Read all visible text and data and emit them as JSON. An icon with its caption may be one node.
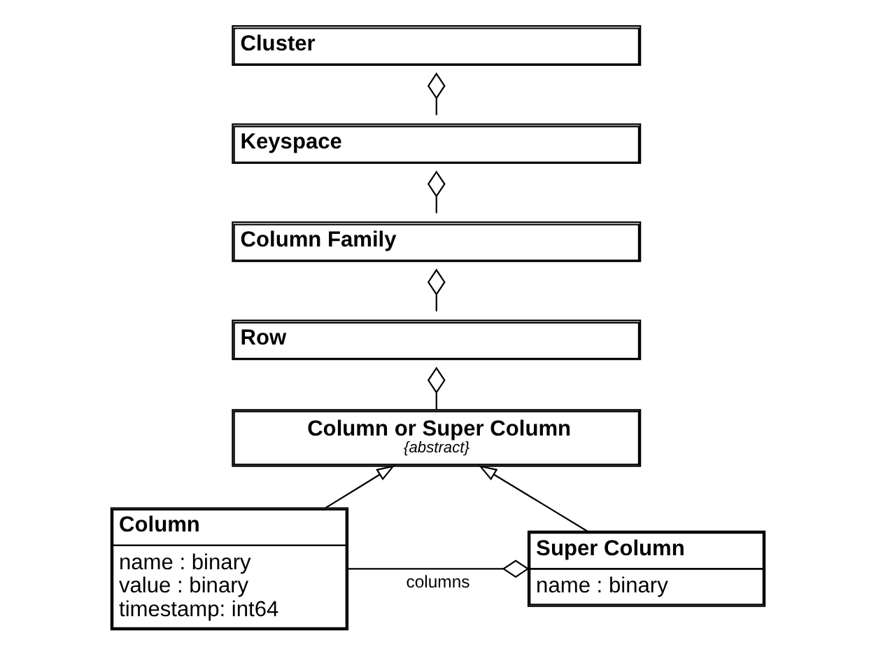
{
  "diagram": {
    "nodes": [
      {
        "text": [
          "Cluster"
        ]
      },
      {
        "text": [
          "Keyspace"
        ]
      },
      {
        "text": [
          "Column Family"
        ]
      },
      {
        "text": [
          "Row"
        ]
      },
      {
        "text": [
          "Column or Super Column",
          "{abstract}"
        ]
      },
      {
        "text": [
          "Column",
          "name : binary",
          "value : binary",
          "timestamp: int64"
        ]
      },
      {
        "text": [
          "Super Column",
          "name : binary"
        ]
      }
    ],
    "edges": [
      {
        "from": 1,
        "to": 0,
        "arrow": "other"
      },
      {
        "from": 2,
        "to": 1,
        "arrow": "other"
      },
      {
        "from": 3,
        "to": 2,
        "arrow": "other"
      },
      {
        "from": 4,
        "to": 3,
        "arrow": "other"
      },
      {
        "from": 5,
        "to": 4,
        "arrow": "to"
      },
      {
        "from": 6,
        "to": 4,
        "arrow": "to"
      },
      {
        "from": 5,
        "to": 6,
        "arrow": "other",
        "label": "columns"
      }
    ]
  }
}
